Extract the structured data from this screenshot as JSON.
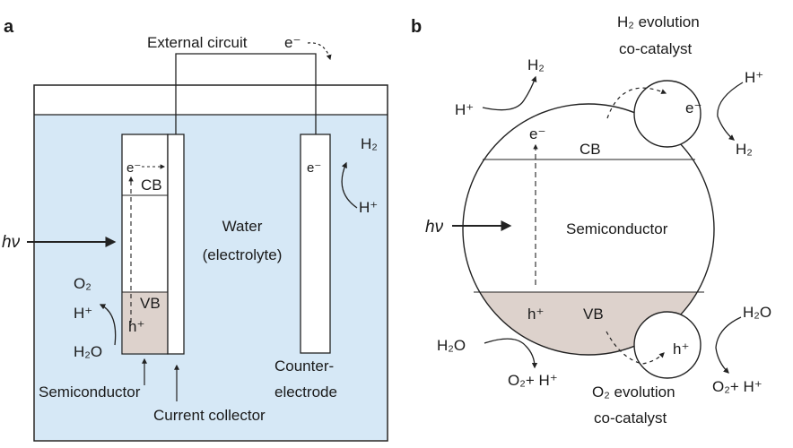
{
  "colors": {
    "water": "#d6e8f6",
    "vb_fill": "#ddd2cc",
    "semiconductor": "#ffffff",
    "line": "#222222"
  },
  "panel_a": {
    "tag": "a",
    "external_circuit": "External circuit",
    "electron": "e⁻",
    "cb": "CB",
    "vb": "VB",
    "hole": "h⁺",
    "hv": "hν",
    "water_line1": "Water",
    "water_line2": "(electrolyte)",
    "o2": "O₂",
    "h_plus_left": "H⁺",
    "h2o": "H₂O",
    "semiconductor": "Semiconductor",
    "current_collector": "Current collector",
    "counter_line1": "Counter-",
    "counter_line2": "electrode",
    "counter_electron": "e⁻",
    "h2": "H₂",
    "h_plus_right": "H⁺"
  },
  "panel_b": {
    "tag": "b",
    "h2_title_line1": "H₂ evolution",
    "h2_title_line2": "co-catalyst",
    "h2_top": "H₂",
    "h_plus_top_left": "H⁺",
    "electron": "e⁻",
    "cb": "CB",
    "cocat_electron": "e⁻",
    "h_plus_top_right": "H⁺",
    "h2_right": "H₂",
    "hv": "hν",
    "semiconductor": "Semiconductor",
    "hole": "h⁺",
    "vb": "VB",
    "cocat_hole": "h⁺",
    "h2o_left": "H₂O",
    "h2o_right": "H₂O",
    "o2h_left": "O₂+ H⁺",
    "o2h_right": "O₂+ H⁺",
    "o2_title_line1": "O₂ evolution",
    "o2_title_line2": "co-catalyst"
  }
}
